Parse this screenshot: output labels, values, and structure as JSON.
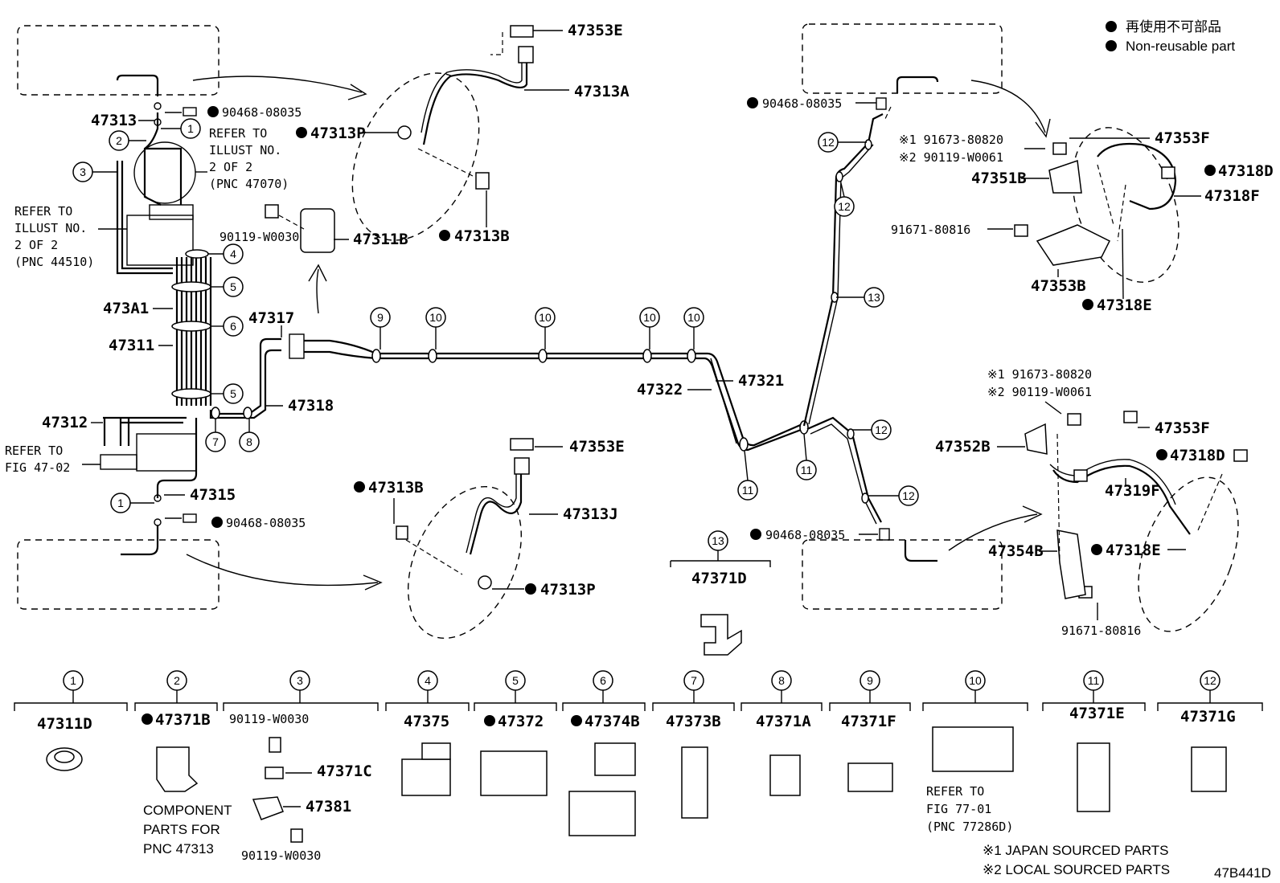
{
  "legend": {
    "jp_text": "再使用不可部品",
    "en_text": "Non-reusable part"
  },
  "notes": {
    "jp_source": "※1 JAPAN SOURCED PARTS",
    "local_source": "※2 LOCAL SOURCED PARTS",
    "diagram_code": "47B441D"
  },
  "refs": {
    "r47070": [
      "REFER TO",
      "ILLUST NO.",
      "2 OF 2",
      "(PNC 47070)"
    ],
    "r44510": [
      "REFER TO",
      "ILLUST NO.",
      "2 OF 2",
      "(PNC 44510)"
    ],
    "r4702": [
      "REFER TO",
      "FIG 47-02"
    ],
    "r7701": [
      "REFER TO",
      "FIG 77-01",
      "(PNC 77286D)"
    ],
    "comp47313": [
      "COMPONENT",
      "PARTS FOR",
      "PNC 47313"
    ]
  },
  "labels": {
    "p47313": "47313",
    "p90468a": "90468-08035",
    "p47313P_a": "47313P",
    "p47353E_a": "47353E",
    "p47313A": "47313A",
    "p47313B_a": "47313B",
    "p90119a": "90119-W0030",
    "p47311B": "47311B",
    "p473A1": "473A1",
    "p47311": "47311",
    "p47317": "47317",
    "p47312": "47312",
    "p47318": "47318",
    "p47315": "47315",
    "p90468b": "90468-08035",
    "p47313B_b": "47313B",
    "p47353E_b": "47353E",
    "p47313J": "47313J",
    "p47313P_b": "47313P",
    "p47322": "47322",
    "p47321": "47321",
    "p90468c": "90468-08035",
    "p90468d": "90468-08035",
    "p91673a": "※1 91673-80820",
    "p90119b": "※2 90119-W0061",
    "p47351B": "47351B",
    "p47353F_a": "47353F",
    "p47318D_a": "47318D",
    "p47318F": "47318F",
    "p91671a": "91671-80816",
    "p47353B": "47353B",
    "p47318E_a": "47318E",
    "p91673b": "※1 91673-80820",
    "p90119c": "※2 90119-W0061",
    "p47352B": "47352B",
    "p47353F_b": "47353F",
    "p47318D_b": "47318D",
    "p47319F": "47319F",
    "p47354B": "47354B",
    "p47318E_b": "47318E",
    "p91671b": "91671-80816",
    "p47371D": "47371D"
  },
  "callouts": [
    "1",
    "2",
    "3",
    "4",
    "5",
    "6",
    "7",
    "8",
    "9",
    "10",
    "11",
    "12",
    "13"
  ],
  "parts_row": [
    {
      "num": "1",
      "pn": "47311D",
      "nonreusable": false
    },
    {
      "num": "2",
      "pn": "47371B",
      "nonreusable": true
    },
    {
      "num": "3",
      "pn": "90119-W0030",
      "nonreusable": false,
      "sub": [
        "47371C",
        "47381",
        "90119-W0030"
      ]
    },
    {
      "num": "4",
      "pn": "47375",
      "nonreusable": false
    },
    {
      "num": "5",
      "pn": "47372",
      "nonreusable": true
    },
    {
      "num": "6",
      "pn": "47374B",
      "nonreusable": true
    },
    {
      "num": "7",
      "pn": "47373B",
      "nonreusable": false
    },
    {
      "num": "8",
      "pn": "47371A",
      "nonreusable": false
    },
    {
      "num": "9",
      "pn": "47371F",
      "nonreusable": false
    },
    {
      "num": "10",
      "pn": "",
      "nonreusable": false
    },
    {
      "num": "11",
      "pn": "47371E",
      "nonreusable": false
    },
    {
      "num": "12",
      "pn": "47371G",
      "nonreusable": false
    }
  ]
}
